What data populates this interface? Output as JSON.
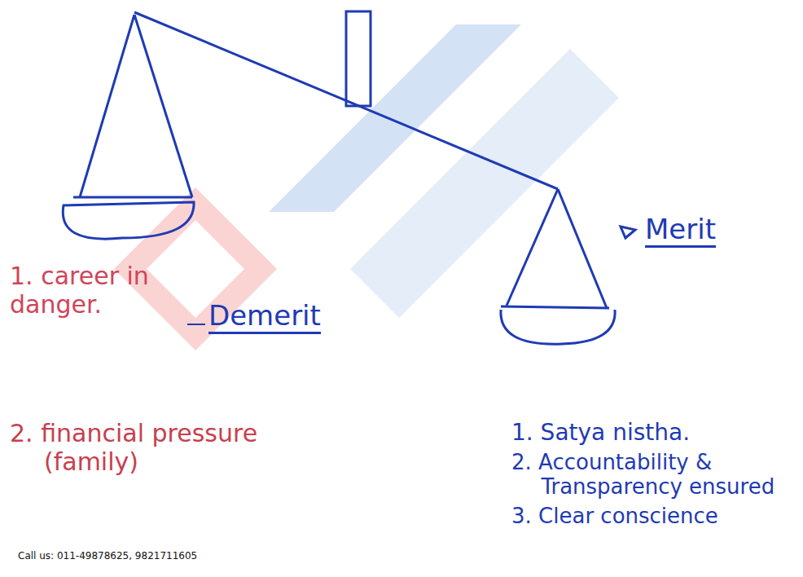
{
  "diagram": {
    "labels": [
      "Demerit",
      "Merit",
      "1. career in danger.",
      "2. financial pressure (family)",
      "1. Satya nistha.",
      "2. Accountability & Transparency ensured",
      "3. Clear conscience",
      "Call us: 011-49878625, 9821711605"
    ]
  }
}
